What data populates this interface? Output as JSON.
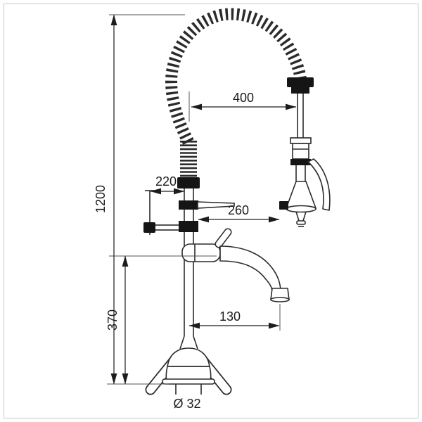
{
  "drawing": {
    "type": "technical-dimension-diagram",
    "subject": "pre-rinse-faucet-with-spray-and-swing-spout"
  },
  "colors": {
    "line": "#2b2b2b",
    "dimension_line": "#1c1c1c",
    "black_fittings": "#151515",
    "background": "#ffffff",
    "frame": "#c9c9c9"
  },
  "dims": {
    "overall_height": "1200",
    "hose_top_offset": "400",
    "bracket_width": "220",
    "spray_offset": "260",
    "spout_height": "370",
    "spout_reach": "130",
    "shank_diameter": "Ø 32"
  }
}
